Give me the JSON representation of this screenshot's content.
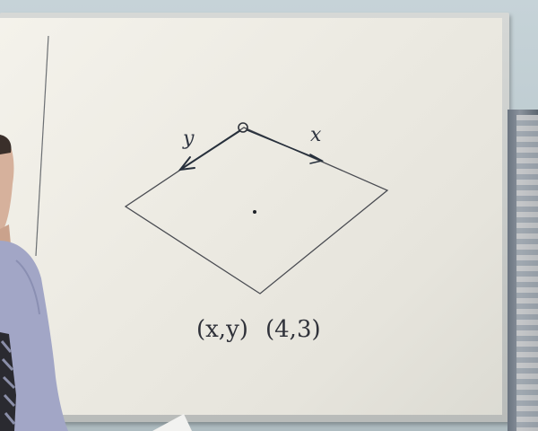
{
  "board_text": {
    "label_y": "y",
    "label_x": "x",
    "coordinate_general": "(x,y)",
    "coordinate_example": "(4,3)"
  },
  "colors": {
    "board": "#eeece4",
    "marker": "#3a3a44",
    "arrow": "#2c3440",
    "frame": "#c8cbc9",
    "wall": "#bccacf",
    "shirt": "#9ea3c4",
    "skin": "#d8b7a2"
  }
}
